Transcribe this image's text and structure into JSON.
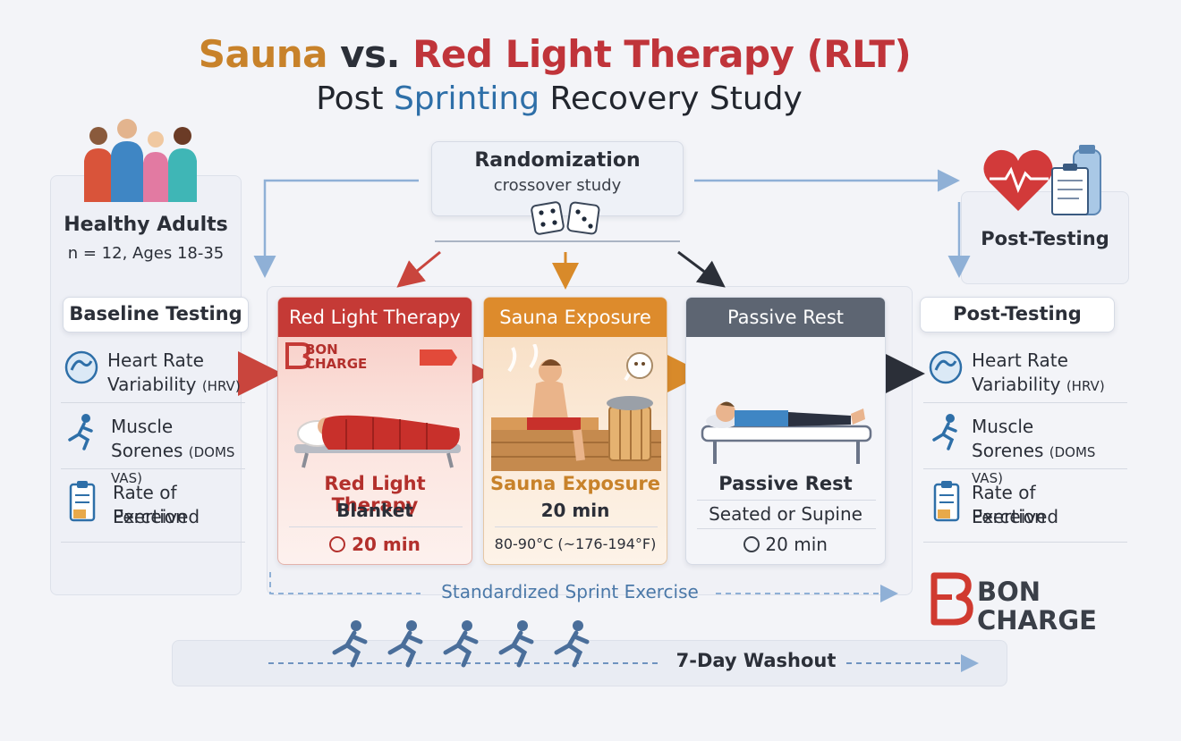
{
  "title": {
    "part1": "Sauna",
    "part2": " vs. ",
    "part3": "Red Light Therapy (RLT)",
    "line2_a": "Post ",
    "line2_b": "Sprinting",
    "line2_c": " Recovery Study"
  },
  "participants": {
    "label": "Healthy Adults",
    "detail": "n = 12, Ages 18-35"
  },
  "randomization": {
    "label": "Randomization",
    "sub": "crossover study"
  },
  "post_top": {
    "label": "Post-Testing"
  },
  "baseline": {
    "title": "Baseline Testing",
    "items": [
      {
        "line1": "Heart Rate",
        "line2": "Variability",
        "tag": "(HRV)"
      },
      {
        "line1": "Muscle",
        "line2": "Sorenes",
        "tag": "(DOMS VAS)"
      },
      {
        "line1": "Rate of Perceived",
        "line2": "Exertion",
        "tag": ""
      }
    ]
  },
  "post": {
    "title": "Post-Testing",
    "items": [
      {
        "line1": "Heart Rate",
        "line2": "Variability",
        "tag": "(HRV)"
      },
      {
        "line1": "Muscle",
        "line2": "Sorenes",
        "tag": "(DOMS VAS)"
      },
      {
        "line1": "Rate of Perceived",
        "line2": "Exertion",
        "tag": ""
      }
    ]
  },
  "rlt": {
    "header": "Red Light Therapy",
    "brand_line1": "BON",
    "brand_line2": "CHARGE",
    "name1": "Red Light Therapy",
    "name2": "Blanket",
    "time": "20 min"
  },
  "sauna": {
    "header": "Sauna Exposure",
    "name1": "Sauna Exposure",
    "name2": "20 min",
    "temp": "80-90°C (~176-194°F)"
  },
  "rest": {
    "header": "Passive Rest",
    "name1": "Passive Rest",
    "name2": "Seated or Supine",
    "time": "20 min"
  },
  "sprint": {
    "label": "Standardized Sprint Exercise"
  },
  "washout": {
    "label": "7-Day Washout"
  },
  "logo": {
    "line1": "BON",
    "line2": "CHARGE"
  },
  "colors": {
    "red": "#c0343a",
    "orange": "#d88a2a",
    "slate": "#5d6572",
    "blue": "#2e6fa8"
  }
}
